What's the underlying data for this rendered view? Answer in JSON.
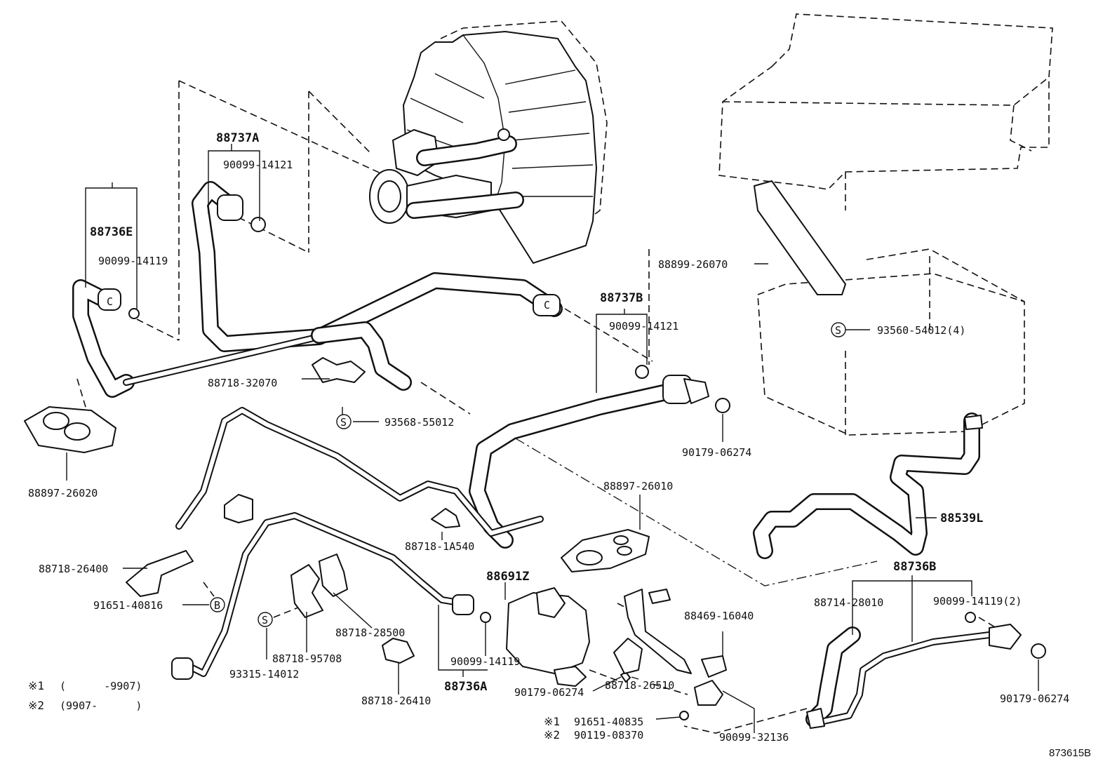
{
  "parts": {
    "p88737A": "88737A",
    "p90099_14121_a": "90099-14121",
    "p88736E": "88736E",
    "p90099_14119_a": "90099-14119",
    "p88897_26020": "88897-26020",
    "p88718_32070": "88718-32070",
    "p93568_55012": "93568-55012",
    "p88737B": "88737B",
    "p90099_14121_b": "90099-14121",
    "p88899_26070": "88899-26070",
    "p93560_54012": "93560-54012(4)",
    "p90179_06274_a": "90179-06274",
    "p88897_26010": "88897-26010",
    "p88539L": "88539L",
    "p88718_26400": "88718-26400",
    "p91651_40816": "91651-40816",
    "p88718_1A540": "88718-1A540",
    "p88691Z": "88691Z",
    "p88718_28500": "88718-28500",
    "p88718_95708": "88718-95708",
    "p93315_14012": "93315-14012",
    "p90099_14119_b": "90099-14119",
    "p88736A": "88736A",
    "p88718_26410": "88718-26410",
    "p90179_06274_b": "90179-06274",
    "p88718_26510": "88718-26510",
    "p91651_40835": "91651-40835",
    "p90119_08370": "90119-08370",
    "p88469_16040": "88469-16040",
    "p90099_32136": "90099-32136",
    "p88736B": "88736B",
    "p88714_28010": "88714-28010",
    "p90099_14119_c": "90099-14119(2)",
    "p90179_06274_c": "90179-06274"
  },
  "symbols": {
    "s": "S",
    "b": "B",
    "c": "C",
    "mark1": "※1",
    "mark2": "※2"
  },
  "legend": {
    "row1_range": "(      -9907)",
    "row2_range": "(9907-      )"
  },
  "figure_id": "873615B"
}
